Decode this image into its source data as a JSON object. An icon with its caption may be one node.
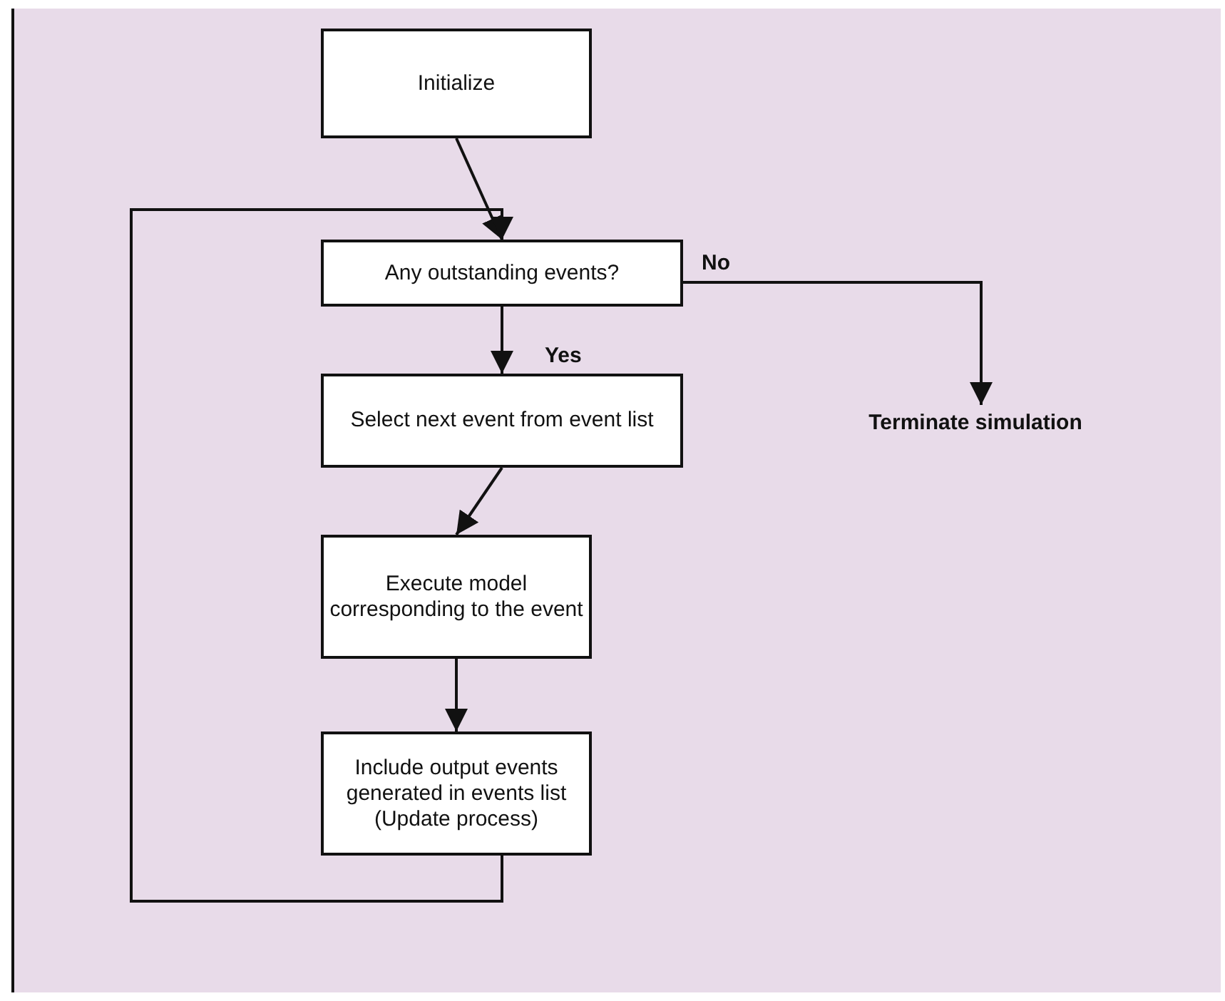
{
  "diagram": {
    "nodes": [
      {
        "text": [
          "Initialize"
        ]
      },
      {
        "text": [
          "Any outstanding events?"
        ]
      },
      {
        "text": [
          "Select next event from event list"
        ]
      },
      {
        "text": [
          "Execute model corresponding to the event"
        ]
      },
      {
        "text": [
          "Include output events generated in events list (Update process)"
        ]
      },
      {
        "text": [
          "Terminate simulation"
        ]
      }
    ],
    "edges": [
      {
        "from": 0,
        "to": 1,
        "arrow": "to"
      },
      {
        "from": 1,
        "to": 2,
        "arrow": "to",
        "label": "Yes"
      },
      {
        "from": 1,
        "to": 5,
        "arrow": "to",
        "label": "No"
      },
      {
        "from": 2,
        "to": 3,
        "arrow": "to"
      },
      {
        "from": 3,
        "to": 4,
        "arrow": "to"
      },
      {
        "from": 4,
        "to": 1,
        "arrow": "to"
      }
    ]
  }
}
